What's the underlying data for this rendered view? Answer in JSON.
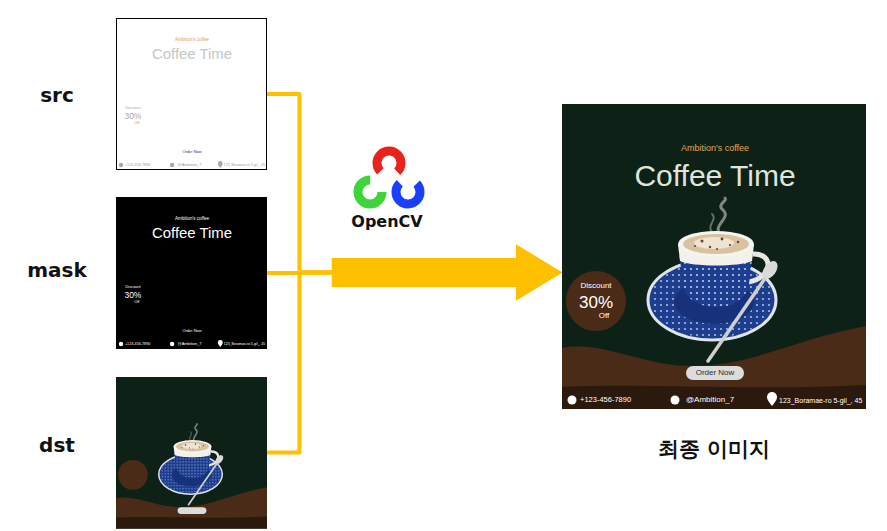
{
  "diagram": {
    "nodes": [
      {
        "text": [
          "src",
          "Ambition's coffee",
          "Coffee Time",
          "Discount",
          "30%",
          "Off",
          "Order Now",
          "+123-456-7890",
          "@Ambition_7",
          "123_Boramae-ro 5-gil_, 45"
        ]
      },
      {
        "text": [
          "mask",
          "Ambition's coffee",
          "Coffee Time",
          "Discount",
          "30%",
          "Off",
          "Order Now",
          "+123-456-7890",
          "@Ambition_7",
          "123_Boramae-ro 5-gil_, 45"
        ]
      },
      {
        "text": [
          "dst"
        ]
      },
      {
        "text": [
          "최종 이미지",
          "Ambition's coffee",
          "Coffee Time",
          "Discount",
          "30%",
          "Off",
          "Order Now",
          "+123-456-7890",
          "@Ambition_7",
          "123_Boramae-ro 5-gil_, 45"
        ]
      }
    ],
    "edges": [
      {
        "from": 0,
        "to": 3,
        "arrow": "to"
      },
      {
        "from": 1,
        "to": 3,
        "arrow": "to"
      },
      {
        "from": 2,
        "to": 3,
        "arrow": "to"
      }
    ],
    "labels": [
      "OpenCV"
    ]
  }
}
